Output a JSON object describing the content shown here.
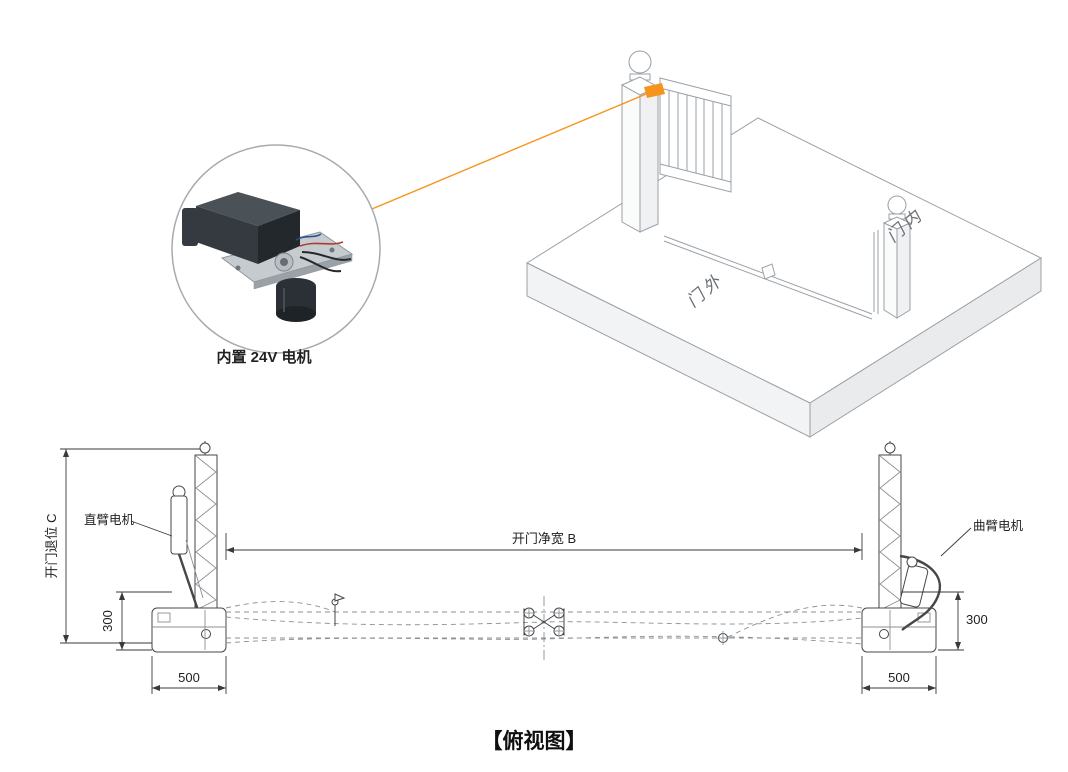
{
  "colors": {
    "accent": "#F7941D"
  },
  "callout": {
    "label": "内置 24V 电机"
  },
  "isometric": {
    "label_inside": "门内",
    "label_outside": "门外"
  },
  "plan": {
    "left_motor_label": "直臂电机",
    "right_motor_label": "曲臂电机",
    "dims": {
      "clear_width": "开门净宽 B",
      "retreat": "开门退位 C",
      "left_depth": "300",
      "right_depth": "300",
      "left_base": "500",
      "right_base": "500"
    }
  },
  "title": "【俯视图】"
}
